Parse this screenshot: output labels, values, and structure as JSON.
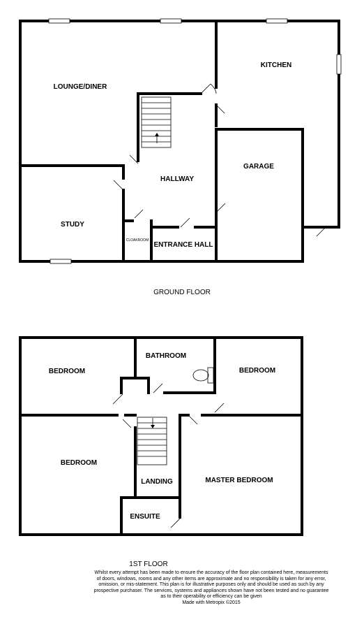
{
  "ground_floor": {
    "caption": "GROUND FLOOR",
    "rooms": {
      "lounge_diner": "LOUNGE/DINER",
      "kitchen": "KITCHEN",
      "garage": "GARAGE",
      "hallway": "HALLWAY",
      "study": "STUDY",
      "cloakroom": "CLOAKROOM",
      "entrance_hall": "ENTRANCE HALL"
    }
  },
  "first_floor": {
    "caption": "1ST FLOOR",
    "rooms": {
      "bedroom_1": "BEDROOM",
      "bathroom": "BATHROOM",
      "bedroom_2": "BEDROOM",
      "bedroom_3": "BEDROOM",
      "landing": "LANDING",
      "master_bedroom": "MASTER BEDROOM",
      "ensuite": "ENSUITE"
    }
  },
  "disclaimer": {
    "line1": "Whilst every attempt has been made to ensure the accuracy of the floor plan contained here, measurements",
    "line2": "of doors, windows, rooms and any other items are approximate and no responsibility is taken for any error,",
    "line3": "omission, or mis-statement. This plan is for illustrative purposes only and should be used as such by any",
    "line4": "prospective purchaser. The services, systems and appliances shown have not been tested and no guarantee",
    "line5": "as to their operability or efficiency can be given",
    "line6": "Made with Metropix ©2015"
  }
}
